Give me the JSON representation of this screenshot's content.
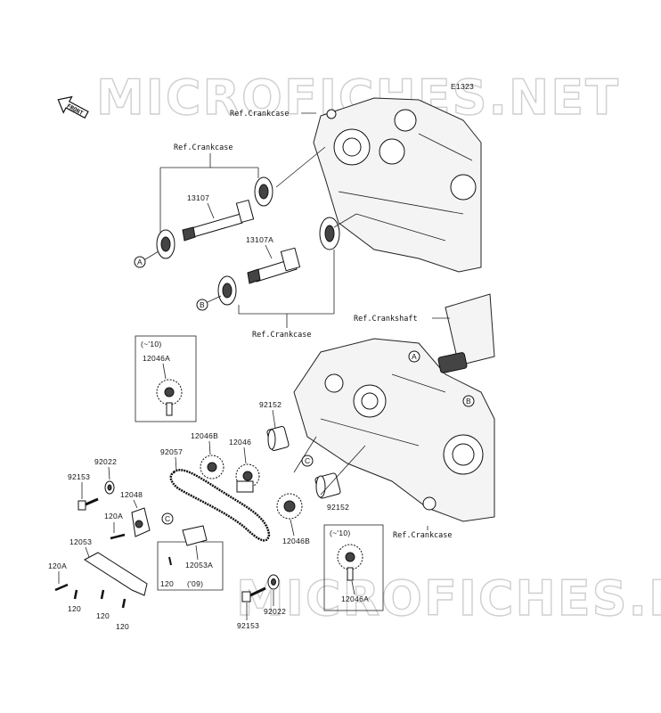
{
  "watermark": "MICROFICHES.NET",
  "diagram_id": "E1323",
  "front_arrow": "FRONT",
  "refs": {
    "crankcase_top": "Ref.Crankcase",
    "crankcase_left": "Ref.Crankcase",
    "crankcase_mid": "Ref.Crankcase",
    "crankshaft": "Ref.Crankshaft",
    "crankcase_bottom": "Ref.Crankcase"
  },
  "callouts": {
    "a": "A",
    "b": "B",
    "c": "C"
  },
  "boxes": {
    "upper": {
      "note": "(~'10)",
      "part": "12046A"
    },
    "lower": {
      "note": "(~'10)",
      "part": "12046A"
    },
    "guide": {
      "part": "12053A",
      "note": "('09)",
      "bolt": "120"
    }
  },
  "parts": {
    "p13107": "13107",
    "p13107a": "13107A",
    "p92152_top": "92152",
    "p92152_bot": "92152",
    "p12046b_top": "12046B",
    "p12046": "12046",
    "p12046b_bot": "12046B",
    "p92057": "92057",
    "p92022_top": "92022",
    "p92022_bot": "92022",
    "p92153_top": "92153",
    "p92153_bot": "92153",
    "p12048": "12048",
    "p120a_1": "120A",
    "p120a_2": "120A",
    "p12053": "12053",
    "p120_1": "120",
    "p120_2": "120",
    "p120_3": "120"
  }
}
